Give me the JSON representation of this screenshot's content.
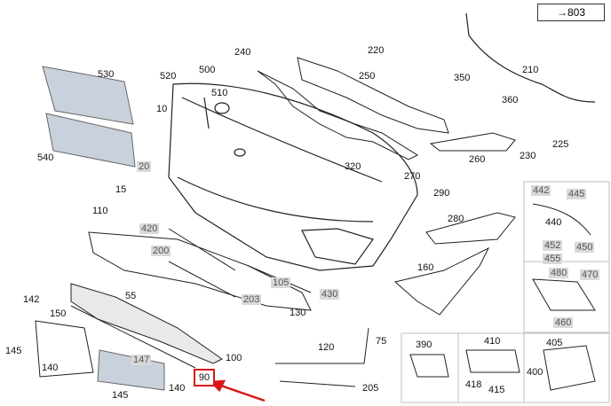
{
  "ref": "→803",
  "labels": [
    "530",
    "540",
    "520",
    "500",
    "510",
    "10",
    "240",
    "220",
    "250",
    "350",
    "360",
    "210",
    "20",
    "15",
    "320",
    "270",
    "290",
    "110",
    "420",
    "200",
    "280",
    "230",
    "225",
    "260",
    "442",
    "445",
    "440",
    "452",
    "455",
    "450",
    "480",
    "470",
    "460",
    "142",
    "150",
    "145",
    "140",
    "147",
    "145",
    "55",
    "105",
    "203",
    "430",
    "160",
    "130",
    "120",
    "75",
    "100",
    "90",
    "140",
    "205",
    "390",
    "410",
    "418",
    "415",
    "405",
    "400"
  ],
  "highlight": "90",
  "colors": {
    "highlight": "#d81818",
    "part_fill": "#c9d2dc",
    "line": "#222222"
  }
}
